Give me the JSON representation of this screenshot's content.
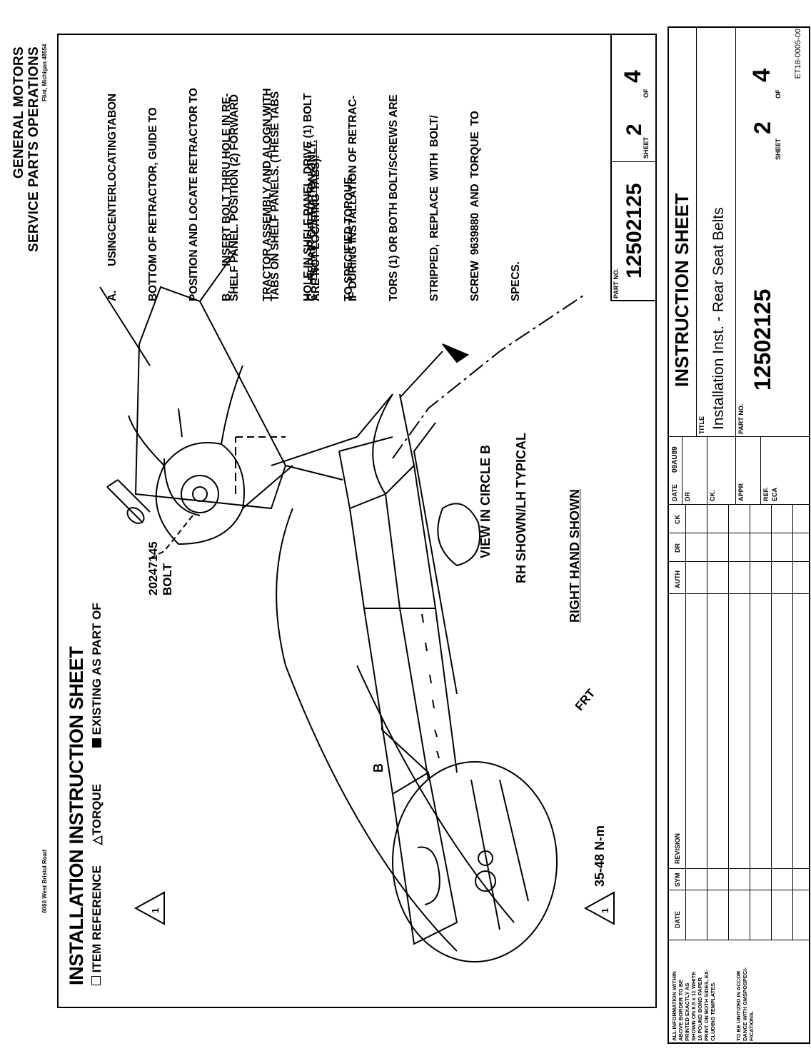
{
  "company": {
    "name": "GENERAL MOTORS",
    "division": "SERVICE PARTS OPERATIONS",
    "address": "6060 West Bristol Road",
    "city": "Flint, Michigan  48554"
  },
  "header": {
    "title": "INSTALLATION INSTRUCTION SHEET",
    "legend_item_reference": "ITEM REFERENCE",
    "legend_torque": "TORQUE",
    "legend_existing": "EXISTING AS PART OF"
  },
  "steps": [
    {
      "letter": "A.",
      "lines": [
        "USINGCENTERLOCATINGTABON",
        "BOTTOM OF RETRACTOR, GUIDE TO",
        "POSITION AND LOCATE RETRACTOR TO",
        "SHELF PANEL. POSITION (2) FORWARD",
        "TABS ON SHELF PANELS. (THESE TABS",
        "ARE NOT LOCATING TABS)."
      ]
    },
    {
      "letter": "B.",
      "lines": [
        "INSERT BOLT THRU HOLE IN RE-",
        "TRACTOR ASSEMBLY AND ALOGN WITH",
        "HOLE IN SHELF PANEL. DRIVE (1) BOLT",
        "TO SPECIFIED TORQUE."
      ]
    },
    {
      "letter": "C.",
      "heading": "REPAIR OPERATION ONLY.",
      "lines": [
        "IF DURING INSTALLATION OF RETRAC-",
        "TORS (1) OR BOTH BOLT/SCREWS ARE",
        "STRIPPED,  REPLACE  WITH  BOLT/",
        "SCREW  9639880  AND  TORQUE  TO",
        "SPECS."
      ]
    }
  ],
  "callouts": {
    "bolt_part": "20247145",
    "bolt_label": "BOLT",
    "item_number": "1",
    "torque_value": "35-48 N-m",
    "circle_label": "B",
    "view_label": "VIEW IN CIRCLE B",
    "rh_label": "RH SHOWN/LH TYPICAL",
    "right_hand": "RIGHT HAND SHOWN",
    "front": "FRT"
  },
  "part_block": {
    "part_no_label": "PART NO.",
    "part_no": "12502125",
    "sheet_label": "SHEET",
    "sheet": "2",
    "of_label": "OF",
    "of": "4"
  },
  "title_block": {
    "notes": [
      "ALL INFORMATION WITHIN",
      "ABOVE BORDER TO BE",
      "PRINTED EXACTLY AS",
      "SHOWN ON 8.5 x 11 WHITE",
      "16 POUND BOND PAPER",
      "PRINT ON BOTH SIDES, EX-",
      "CLUDING TEMPLATES."
    ],
    "notes2": [
      "TO BE UNITIZED IN ACCOR",
      "DANCE WITH GMSPOSPECI-",
      "FICATIONS."
    ],
    "col_date": "DATE",
    "col_sym": "SYM",
    "col_revision": "REVISION",
    "col_auth": "AUTH",
    "col_dr": "DR",
    "col_ck": "CK",
    "date_label": "DATE",
    "date_value": "09AU89",
    "dr_label": "DR",
    "ck_label": "CK.",
    "appr_label": "APPR",
    "ref_label": "REF.",
    "eca_label": "ECA",
    "sheet_type": "INSTRUCTION SHEET",
    "title_label": "TITLE",
    "title": "Installation Inst. - Rear Seat Belts",
    "part_no_label": "PART NO.",
    "part_no": "12502125",
    "sheet_label": "SHEET",
    "sheet": "2",
    "of_label": "OF",
    "of": "4"
  },
  "doc_code": "ET18-0005-00"
}
